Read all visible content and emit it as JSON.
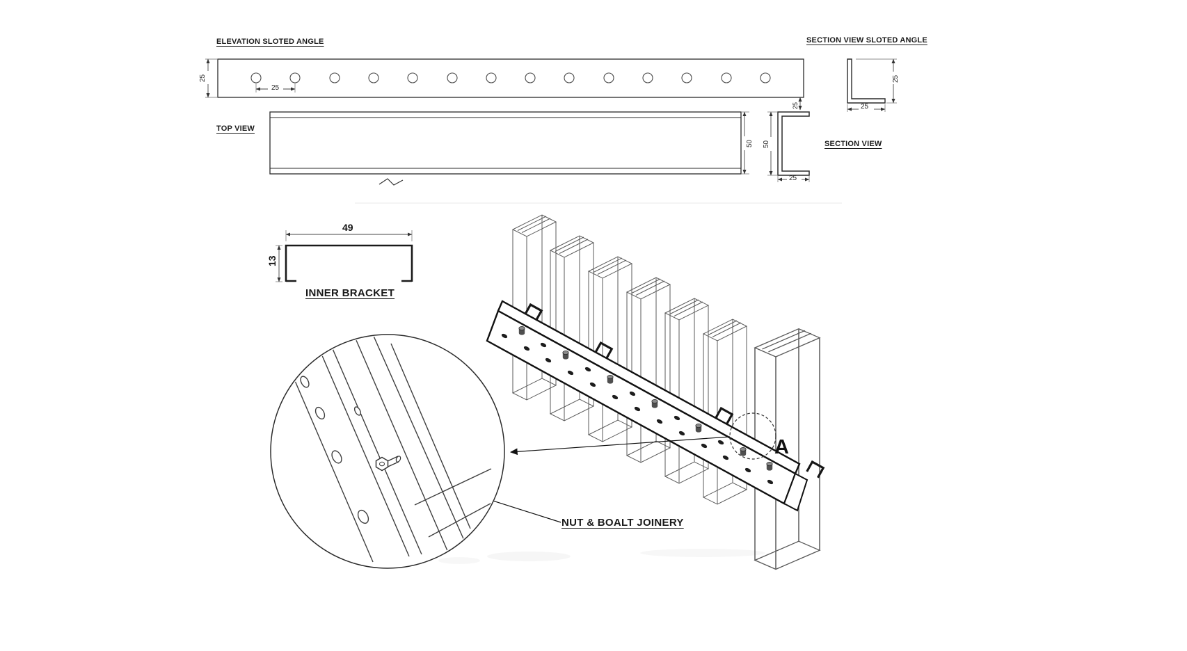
{
  "page": {
    "background": "#ffffff",
    "ink": "#1a1a1a"
  },
  "views": {
    "elevation": {
      "label": "ELEVATION SLOTED ANGLE",
      "dim_height": "25",
      "dim_hole_spacing": "25"
    },
    "section_sloted_angle": {
      "label": "SECTION VIEW SLOTED ANGLE",
      "dim_height": "25",
      "dim_width": "25"
    },
    "top_view": {
      "label": "TOP VIEW",
      "dim_depth": "50"
    },
    "section_view": {
      "label": "SECTION VIEW",
      "dim_flange": "25",
      "dim_height": "50",
      "dim_width": "25"
    },
    "inner_bracket": {
      "label": "INNER BRACKET",
      "dim_width": "49",
      "dim_height": "13"
    },
    "assembly": {
      "detail_marker": "A",
      "callout_label": "NUT & BOALT JOINERY"
    }
  }
}
